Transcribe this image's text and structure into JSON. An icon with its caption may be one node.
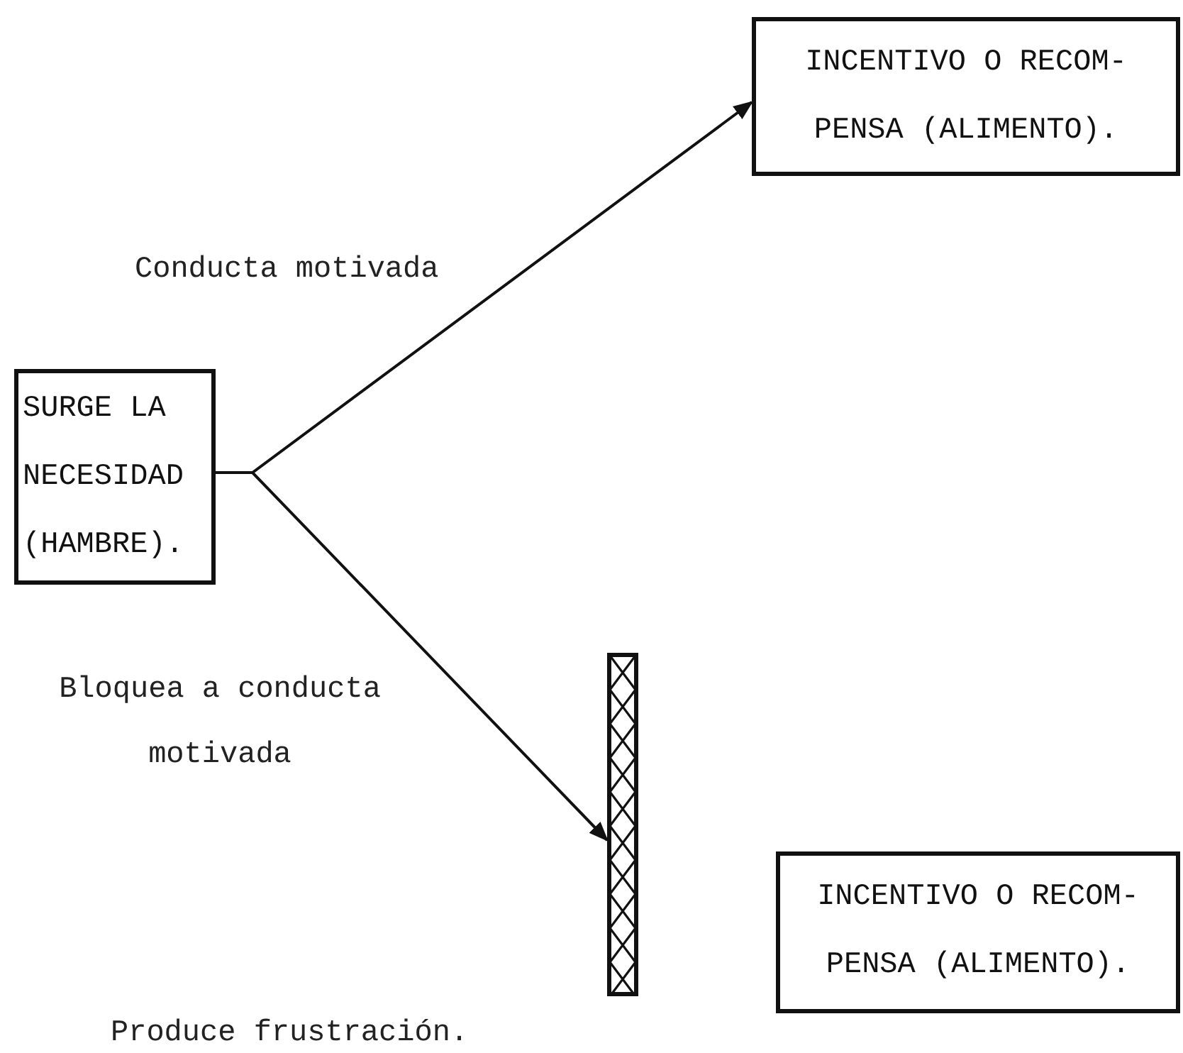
{
  "diagram": {
    "nodes": [
      {
        "text": [
          "SURGE LA NECESIDAD (HAMBRE)."
        ]
      },
      {
        "text": [
          "INCENTIVO O RECOM- PENSA (ALIMENTO)."
        ]
      },
      {
        "text": [],
        "shape": "bar"
      },
      {
        "text": [
          "INCENTIVO O RECOM- PENSA (ALIMENTO)."
        ]
      }
    ],
    "edges": [
      {
        "from": 0,
        "to": 1,
        "arrow": "to",
        "label": "Conducta motivada"
      },
      {
        "from": 0,
        "to": 2,
        "arrow": "to",
        "label": "Bloquea a conducta motivada"
      }
    ],
    "labels": [
      "Produce frustración."
    ]
  }
}
